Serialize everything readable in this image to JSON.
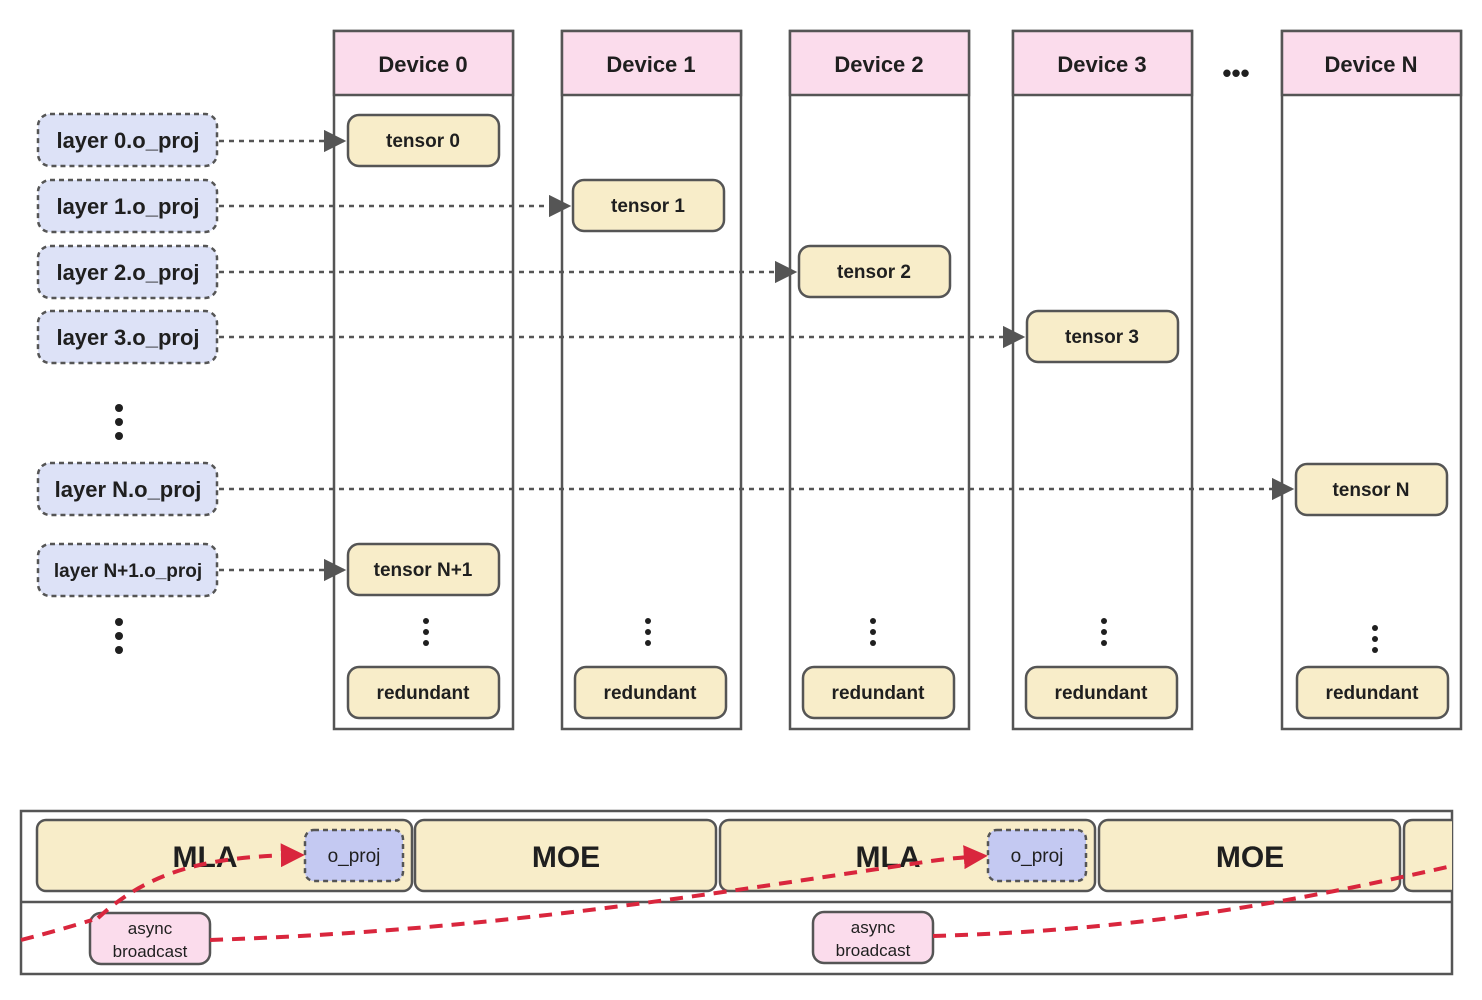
{
  "colors": {
    "device_header_fill": "#fbdcec",
    "tensor_fill": "#f8edc9",
    "layer_fill": "#dde2f7",
    "stage_fill": "#f8edc9",
    "oproj_fill": "#c4c9f2",
    "async_fill": "#fbdcec",
    "border": "#555555",
    "arrow": "#555555",
    "broadcast_line": "#d9263d"
  },
  "devices": [
    {
      "label": "Device 0",
      "tensors": [
        "tensor 0",
        "tensor N+1"
      ],
      "redundant": "redundant"
    },
    {
      "label": "Device 1",
      "tensors": [
        "tensor 1"
      ],
      "redundant": "redundant"
    },
    {
      "label": "Device 2",
      "tensors": [
        "tensor 2"
      ],
      "redundant": "redundant"
    },
    {
      "label": "Device 3",
      "tensors": [
        "tensor 3"
      ],
      "redundant": "redundant"
    },
    {
      "label": "Device N",
      "tensors": [
        "tensor N"
      ],
      "redundant": "redundant"
    }
  ],
  "device_ellipsis": "•••",
  "layers": [
    "layer 0.o_proj",
    "layer 1.o_proj",
    "layer 2.o_proj",
    "layer 3.o_proj",
    "layer N.o_proj",
    "layer N+1.o_proj"
  ],
  "pipeline": {
    "stages": [
      "MLA",
      "MOE",
      "MLA",
      "MOE"
    ],
    "oproj_label": "o_proj",
    "async_label_line1": "async",
    "async_label_line2": "broadcast"
  }
}
